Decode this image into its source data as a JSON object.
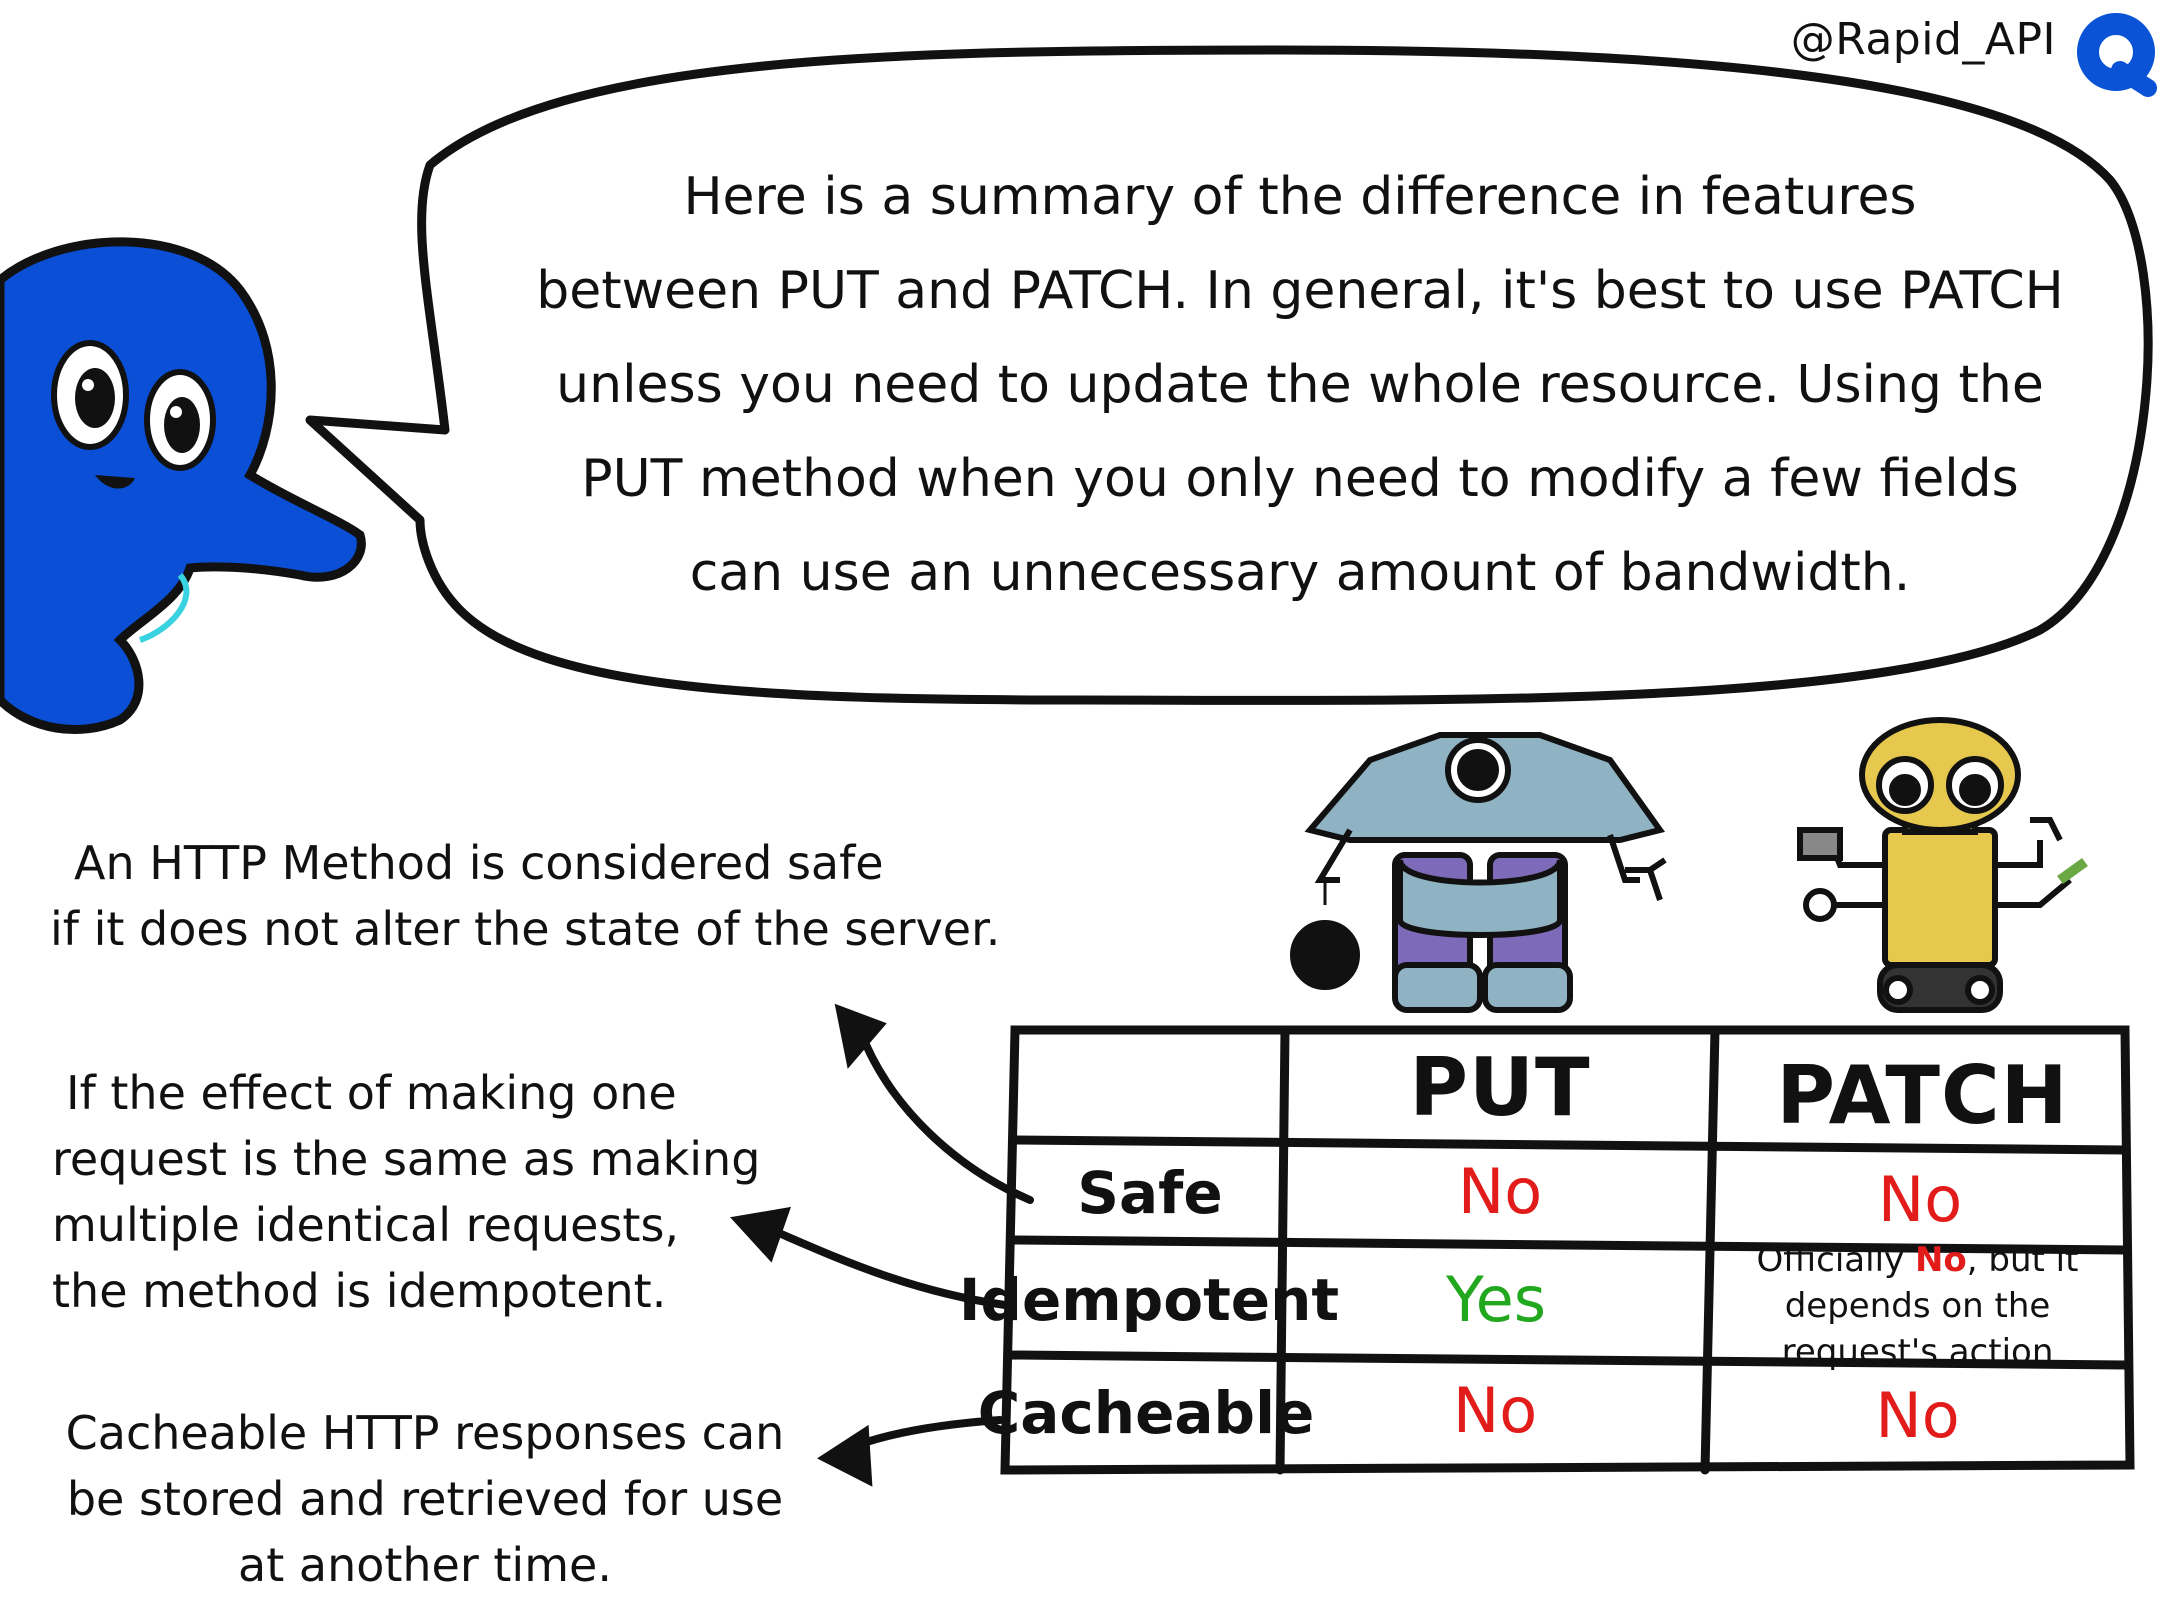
{
  "header": {
    "handle": "@Rapid_API"
  },
  "colors": {
    "brand": "#0a53d6",
    "no": "#e21b1b",
    "yes": "#22a81e",
    "put_robot": "#8fb3c2",
    "patch_robot": "#e6c84f"
  },
  "icons": {
    "brand_logo": "rapidapi-logo-icon",
    "mascot": "octopus-mascot-icon",
    "put_robot": "put-robot-icon",
    "patch_robot": "patch-robot-icon"
  },
  "bubble": {
    "lines": [
      "Here is a summary of the difference in features",
      "between PUT and PATCH. In general, it's best to use PATCH",
      "unless you need to update the whole resource. Using the",
      "PUT method when you only need to modify a few fields",
      "can use an unnecessary amount of bandwidth."
    ]
  },
  "notes": {
    "safe": [
      "An HTTP Method is considered safe",
      "if it does not alter the state of the server."
    ],
    "idempotent": [
      "If the effect of making one",
      "request is the same as making",
      "multiple identical requests,",
      "the method is idempotent."
    ],
    "cacheable": [
      "Cacheable HTTP responses can",
      "be stored and retrieved for use",
      "at another time."
    ]
  },
  "table": {
    "headers": [
      "PUT",
      "PATCH"
    ],
    "rows": [
      {
        "label": "Safe",
        "put": "No",
        "patch": "No"
      },
      {
        "label": "Idempotent",
        "put": "Yes",
        "patch_pre": "Officially ",
        "patch_no": "No",
        "patch_post": ", but it",
        "patch_line2": "depends on the request's action"
      },
      {
        "label": "Cacheable",
        "put": "No",
        "patch": "No"
      }
    ]
  }
}
